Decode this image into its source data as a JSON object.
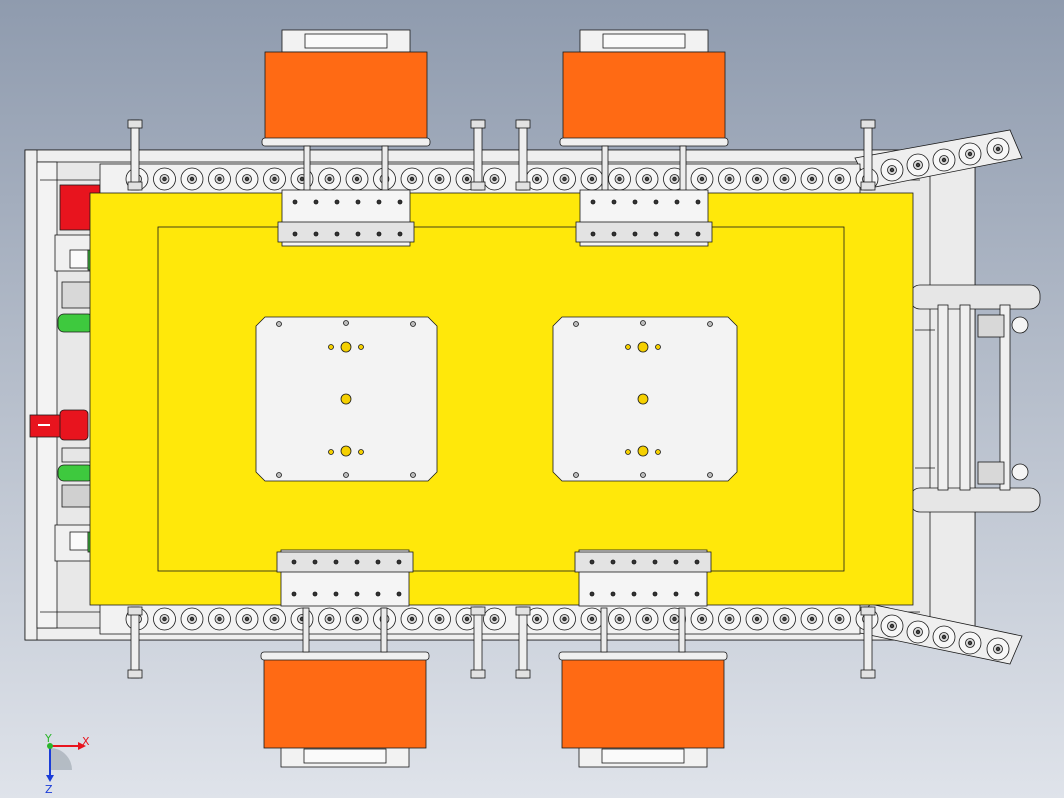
{
  "viewport": {
    "background_top": "#8f9bae",
    "background_bottom": "#dfe3ea"
  },
  "colors": {
    "frame": "#e8e8e8",
    "outline": "#1a1a1a",
    "pallet_yellow": "#ffe80a",
    "motor_orange": "#ff6a14",
    "accent_red": "#e8141e",
    "accent_green": "#3ec93e",
    "plate_white": "#f3f3f3",
    "hole_yellow": "#f5d000"
  },
  "triad": {
    "x_label": "X",
    "y_label": "Y",
    "z_label": "Z",
    "x_color": "#e8141e",
    "y_color": "#2bb52b",
    "z_color": "#1a3cd8"
  }
}
